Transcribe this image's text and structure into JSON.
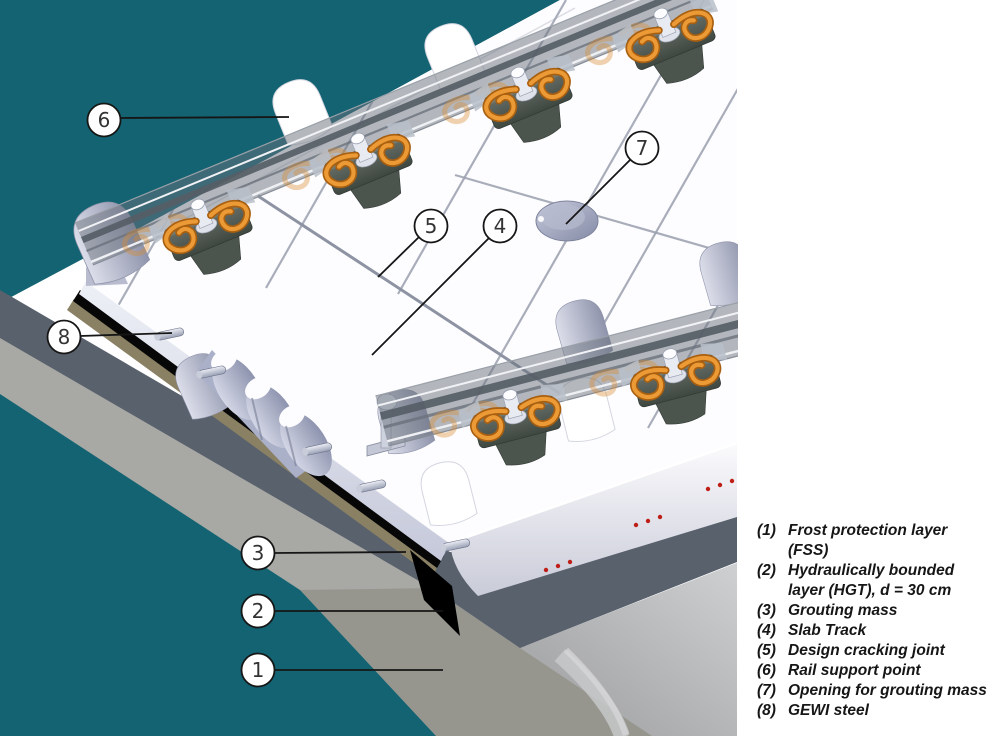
{
  "figure": {
    "type": "technical-diagram",
    "description": "3D cutaway illustration of a ballastless slab track system on its supporting layers"
  },
  "callouts": [
    {
      "label": "1"
    },
    {
      "label": "2"
    },
    {
      "label": "3"
    },
    {
      "label": "4"
    },
    {
      "label": "5"
    },
    {
      "label": "6"
    },
    {
      "label": "7"
    },
    {
      "label": "8"
    }
  ],
  "legend": {
    "items": [
      {
        "num": "(1)",
        "text": "Frost protection layer (FSS)"
      },
      {
        "num": "(2)",
        "text": "Hydraulically bounded layer (HGT), d = 30 cm"
      },
      {
        "num": "(3)",
        "text": "Grouting mass"
      },
      {
        "num": "(4)",
        "text": "Slab Track"
      },
      {
        "num": "(5)",
        "text": "Design cracking joint"
      },
      {
        "num": "(6)",
        "text": "Rail support point"
      },
      {
        "num": "(7)",
        "text": "Opening for grouting mass"
      },
      {
        "num": "(8)",
        "text": "GEWI steel"
      }
    ]
  },
  "colors": {
    "background_teal": "#136372",
    "fss_gray": "#a8a8a4",
    "hgt_blue_gray": "#59616d",
    "grout_black": "#070707",
    "slab_white": "#fdfdff",
    "clamp_orange": "#e08525",
    "marker_red": "#bf1e17"
  }
}
